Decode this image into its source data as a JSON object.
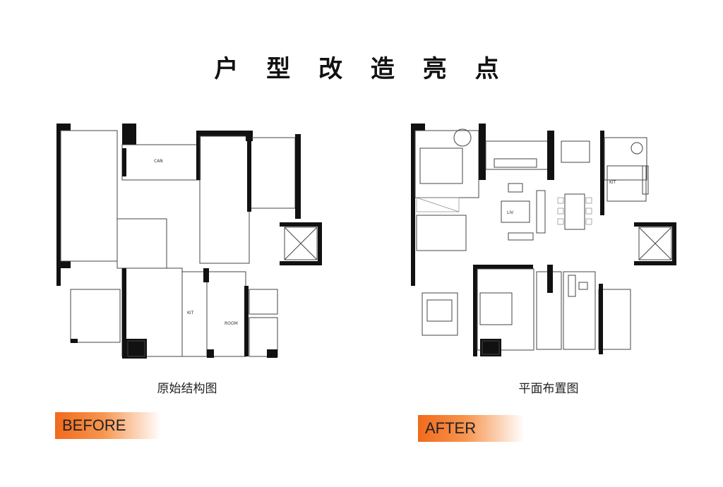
{
  "title": "户 型 改 造 亮 点",
  "before": {
    "caption": "原始结构图",
    "tag": "BEFORE"
  },
  "after": {
    "caption": "平面布置图",
    "tag": "AFTER"
  }
}
